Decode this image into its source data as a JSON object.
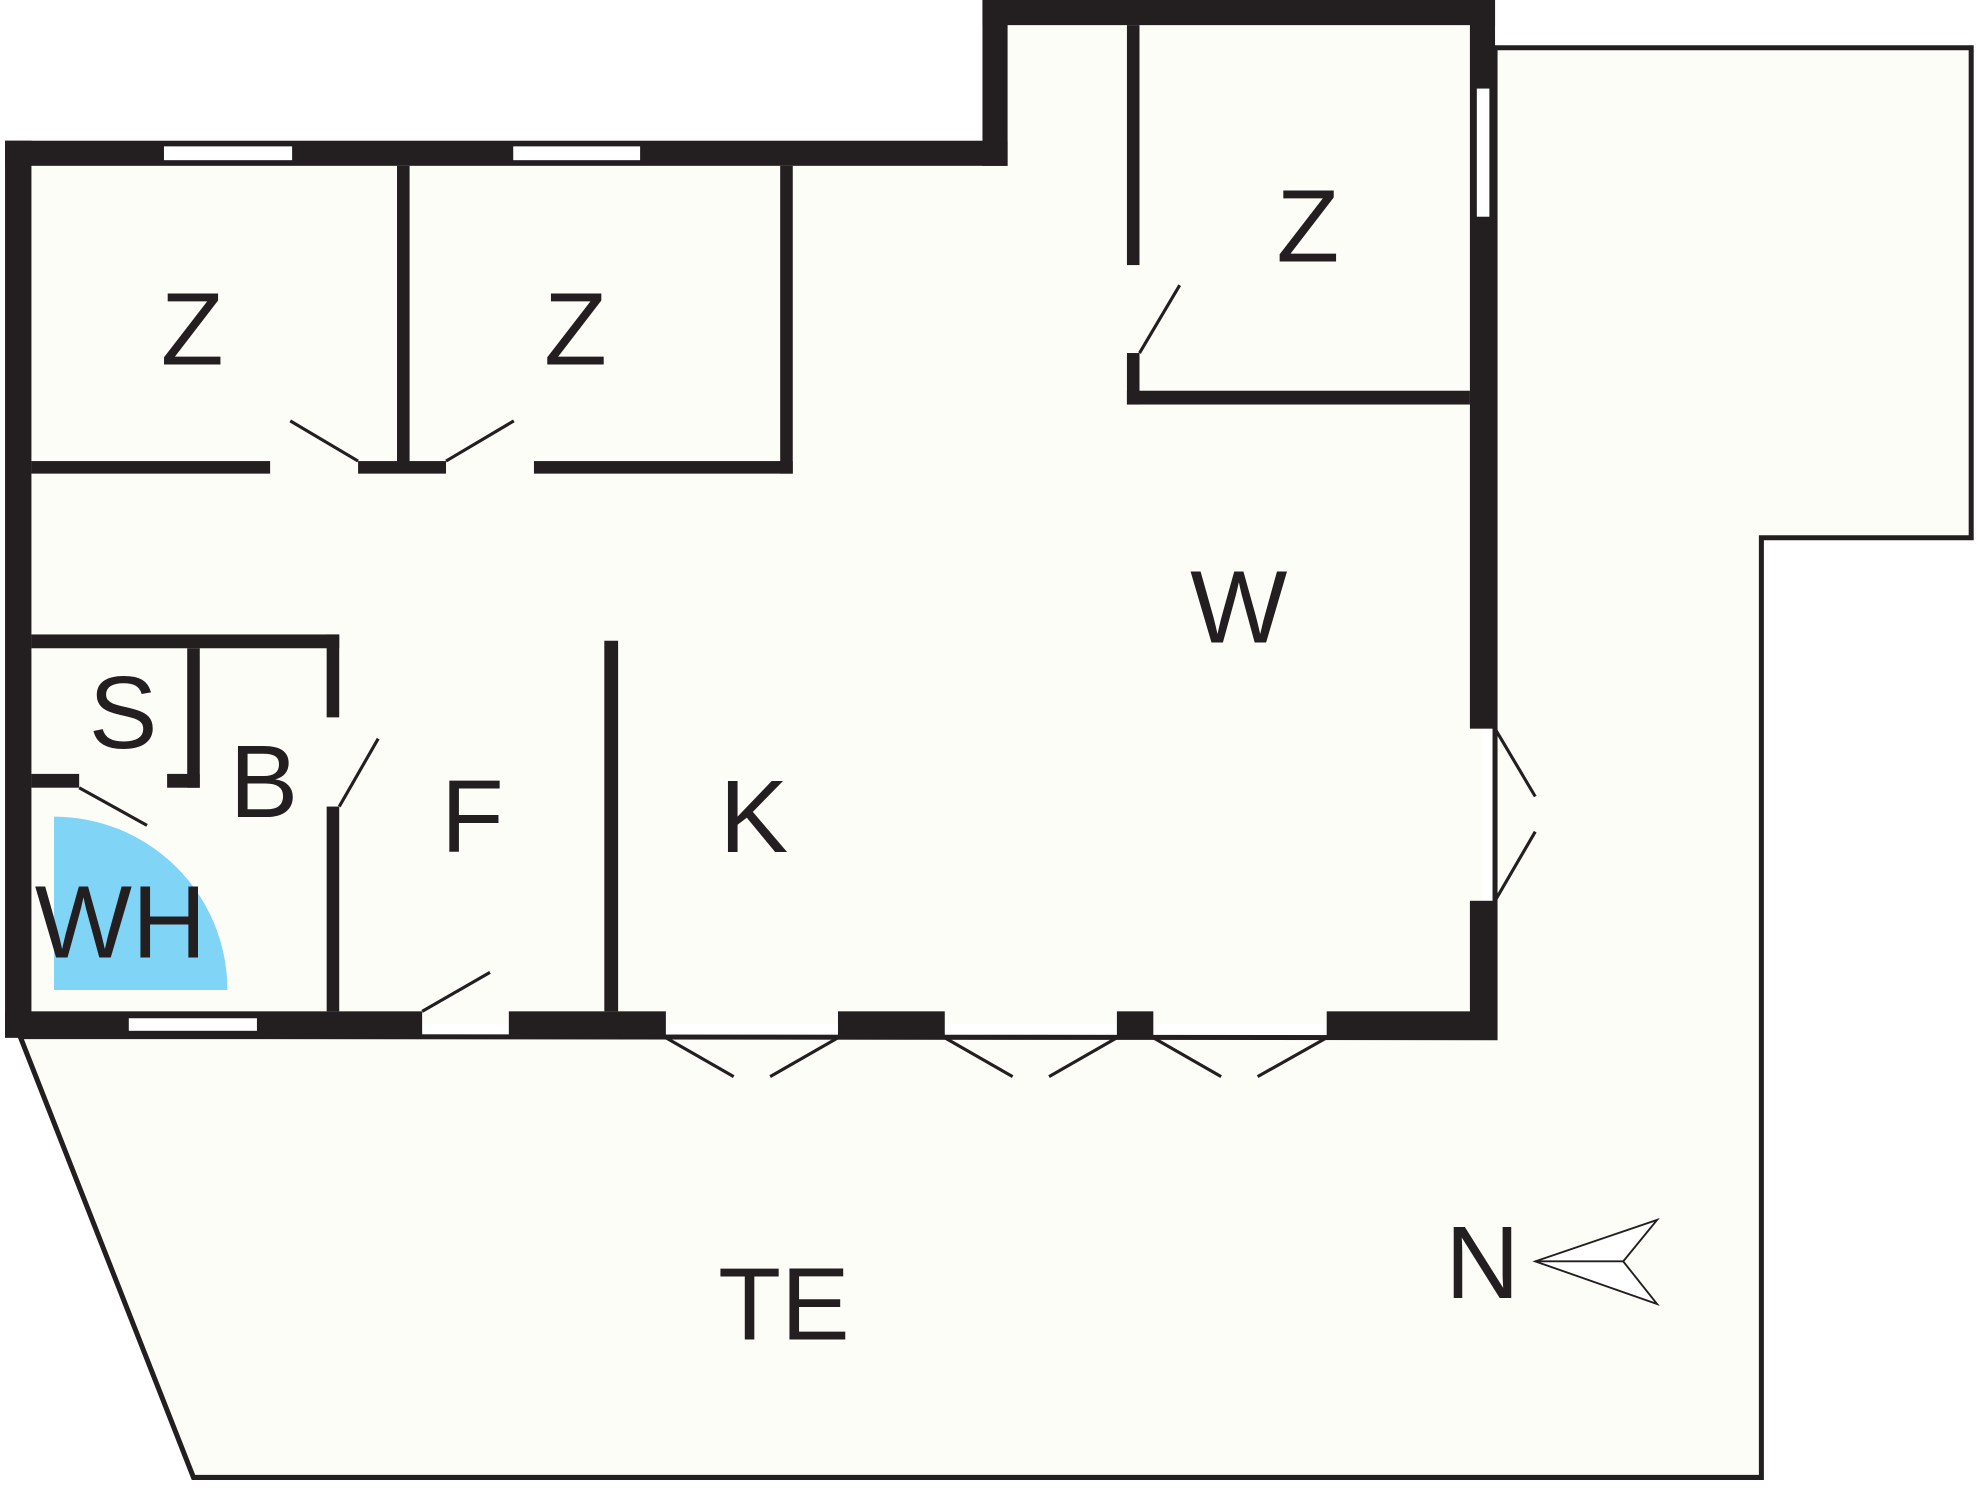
{
  "floorplan": {
    "rooms": {
      "bedroom_1": "Z",
      "bedroom_2": "Z",
      "bedroom_3": "Z",
      "living": "W",
      "storage": "S",
      "bathroom": "B",
      "hall": "F",
      "kitchen": "K",
      "whirlpool": "WH",
      "terrace": "TE"
    },
    "compass_label": "N"
  },
  "colors": {
    "wall": "#231f20",
    "floor": "#fdfdf8",
    "whirlpool": "#80d4f6"
  }
}
